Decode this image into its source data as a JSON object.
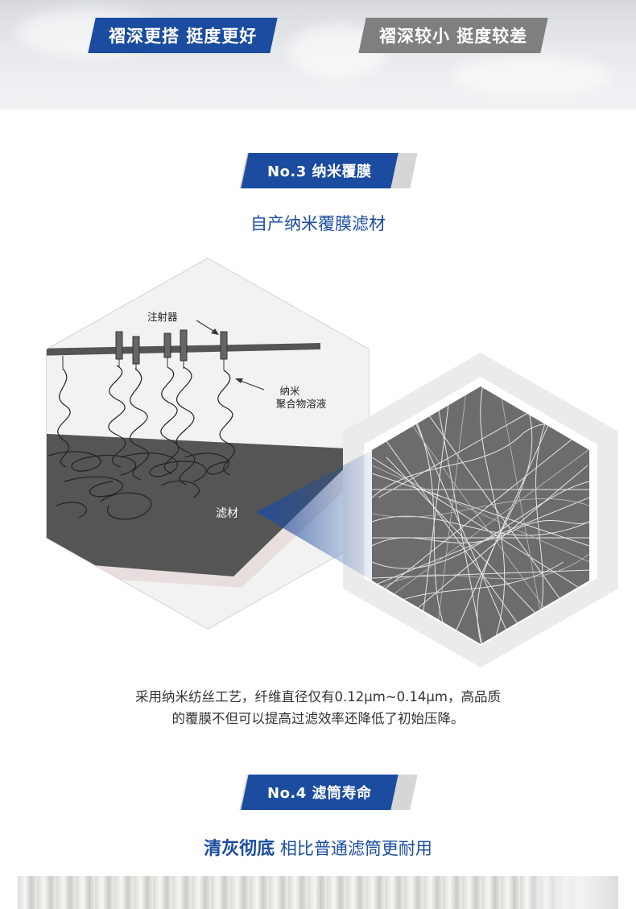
{
  "top": {
    "good_label": "褶深更搭 挺度更好",
    "bad_label": "褶深较小 挺度较差"
  },
  "section3": {
    "badge": "No.3 纳米覆膜",
    "subtitle": "自产纳米覆膜滤材"
  },
  "diagram": {
    "injector_label": "注射器",
    "solution_label_line1": "纳米",
    "solution_label_line2": "聚合物溶液",
    "filter_label": "滤材"
  },
  "description": {
    "line1": "采用纳米纺丝工艺，纤维直径仅有0.12μm~0.14μm，高品质",
    "line2": "的覆膜不但可以提高过滤效率还降低了初始压降。"
  },
  "section4": {
    "badge": "No.4 滤筒寿命",
    "claim_bold": "清灰彻底",
    "claim_rest": " 相比普通滤筒更耐用"
  },
  "colors": {
    "brand_blue": "#1b4ca0",
    "gray_tag": "#7f7f7f",
    "membrane_dark": "#555555"
  }
}
